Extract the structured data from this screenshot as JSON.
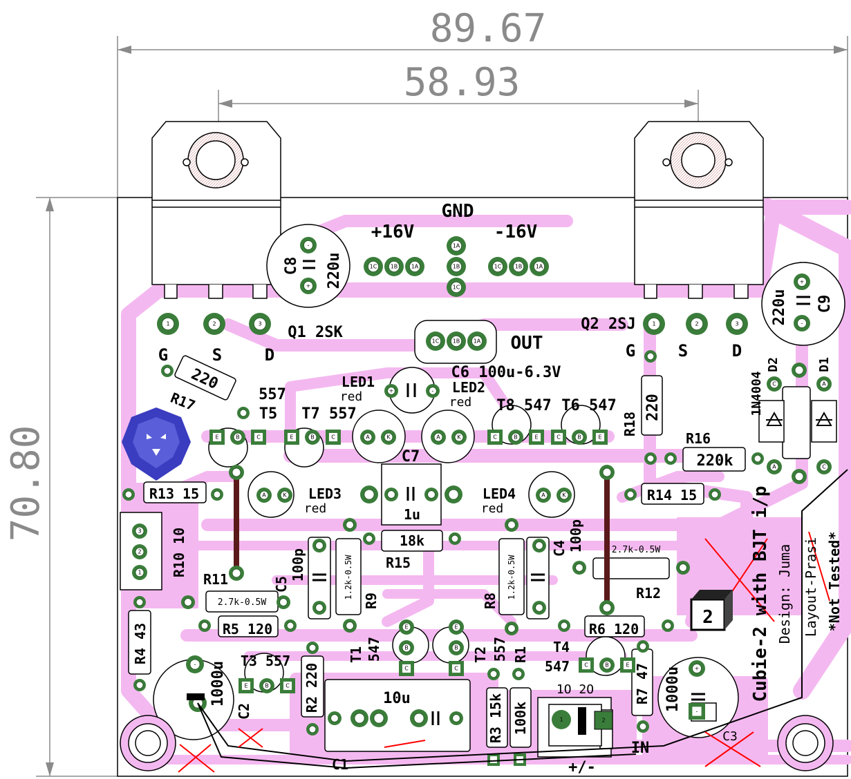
{
  "dimensions": {
    "width_total": "89.67",
    "width_inner": "58.93",
    "height": "70.80"
  },
  "colors": {
    "board": "#f4b8f0",
    "pad": "#3a7d3a",
    "trace_dark": "#5a1a1a",
    "dim": "#8a8a8a",
    "marks": "#ff0000"
  },
  "power": {
    "plus": "+16V",
    "gnd": "GND",
    "minus": "-16V",
    "out": "OUT"
  },
  "transistors": {
    "q1": "Q1  2SK",
    "q2": "Q2  2SJ",
    "gate": "G",
    "source": "S",
    "drain": "D",
    "t5": "557\nT5",
    "t7": "T7 557",
    "t8": "T8 547",
    "t6": "T6 547",
    "t3": "T3 557",
    "t4": "T4",
    "t4_val": "547",
    "t1": "T1",
    "t1_val": "547",
    "t2": "T2",
    "t2_val": "557"
  },
  "pins": {
    "a": "A",
    "k": "K",
    "b": "B",
    "c": "C",
    "e": "E",
    "s1": "1",
    "s2": "2",
    "s3": "3",
    "p1a": "1A",
    "p1b": "1B",
    "p1c": "1C",
    "minus": "-",
    "plus": "+"
  },
  "components": {
    "c8": "C8",
    "c8_val": "220u",
    "c9": "C9",
    "c9_val": "220u",
    "c6": "C6  100u-6.3V",
    "c7": "C7",
    "c7_val": "1u",
    "c5": "C5",
    "c5_val": "100p",
    "c4": "C4",
    "c4_val": "100p",
    "c1": "C1",
    "c1_val": "10u",
    "c2": "C2",
    "c2_val": "1000u",
    "c3": "C3",
    "c3_val": "1000u",
    "r17": "R17",
    "r17_val": "220",
    "r18": "R18",
    "r18_val": "220",
    "r16": "R16",
    "r16_val": "220k",
    "r13": "R13 15",
    "r14": "R14 15",
    "r10": "R10 10",
    "r11": "R11",
    "r11_val": "2.7k-0.5W",
    "r12": "R12",
    "r12_val": "2.7k-0.5W",
    "r15": "R15",
    "r15_val": "18k",
    "r9": "R9",
    "r9_val": "1.2k-0.5W",
    "r8": "R8",
    "r8_val": "1.2k-0.5W",
    "r5": "R5 120",
    "r6": "R6 120",
    "r4": "R4 43",
    "r2": "R2 220",
    "r1": "R1",
    "r1_val": "100k",
    "r3": "R3 15k",
    "r7": "R7 47",
    "led1": "LED1",
    "led1_color": "red",
    "led2": "LED2",
    "led2_color": "red",
    "led3": "LED3",
    "led3_color": "red",
    "led4": "LED4",
    "led4_color": "red",
    "d1": "D1",
    "d2": "D2",
    "d2_val": "1N4004",
    "in": "IN",
    "in_pins": "1O   2O",
    "plus_minus": "+/-",
    "box_num": "2"
  },
  "notes": {
    "title": "Cubie-2 with BJT i/p",
    "design": "Design: Juma",
    "layout": "Layout-Prasi",
    "tested": "*Not Tested*"
  }
}
